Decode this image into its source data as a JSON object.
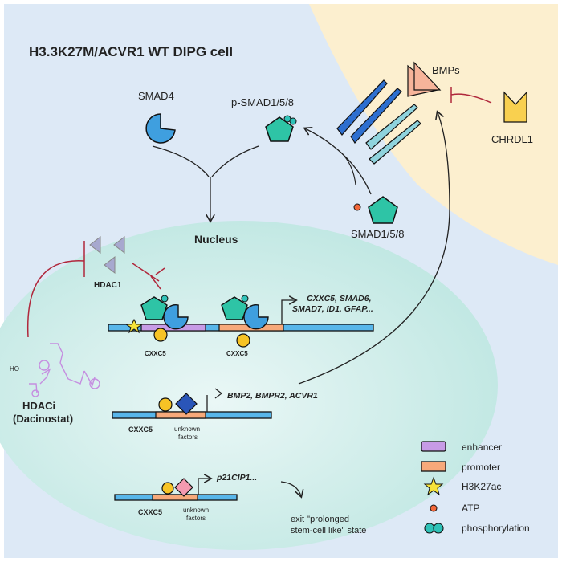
{
  "title": "H3.3K27M/ACVR1 WT DIPG cell",
  "labels": {
    "smad4": "SMAD4",
    "psmad": "p-SMAD1/5/8",
    "smad158": "SMAD1/5/8",
    "bmps": "BMPs",
    "chrdl1": "CHRDL1",
    "nucleus": "Nucleus",
    "hdac1": "HDAC1",
    "hdaci": "HDACi",
    "hdaci_drug": "(Dacinostat)",
    "cxxc5_a": "CXXC5",
    "cxxc5_b": "CXXC5",
    "cxxc5_c": "CXXC5",
    "cxxc5_d": "CXXC5",
    "unknown_factors_1": "unknown",
    "unknown_factors_1b": "factors",
    "unknown_factors_2": "unknown",
    "unknown_factors_2b": "factors",
    "genes_1_line1": "CXXC5, SMAD6,",
    "genes_1_line2": "SMAD7, ID1, GFAP...",
    "genes_2": "BMP2, BMPR2, ACVR1",
    "genes_3": "p21CIP1...",
    "exit_line1": "exit \"prolonged",
    "exit_line2": "stem-cell like\" state"
  },
  "legend": [
    {
      "label": "enhancer",
      "icon": "enhancer-box",
      "color": "#c79be6"
    },
    {
      "label": "promoter",
      "icon": "promoter-box",
      "color": "#f7a97a"
    },
    {
      "label": "H3K27ac",
      "icon": "star",
      "color": "#f7e43a"
    },
    {
      "label": "ATP",
      "icon": "dot",
      "color": "#f2673a"
    },
    {
      "label": "phosphorylation",
      "icon": "double-hexagon",
      "color": "#2fc2b8"
    }
  ],
  "colors": {
    "cytoplasm": "#dde9f6",
    "extracellular": "#fcefcf",
    "nucleus": "#bfe7e2",
    "dna": "#58b6ea",
    "smad": "#2ec4a6",
    "smad4": "#3f9fdf",
    "receptor_dark": "#2d6fd0",
    "receptor_light": "#8fd3dd",
    "bmp": "#f6b49a",
    "chrdl1": "#f9d04f",
    "inhibit": "#b0283c",
    "hdac": "#a7a8cf",
    "drug": "#c58ee0"
  }
}
